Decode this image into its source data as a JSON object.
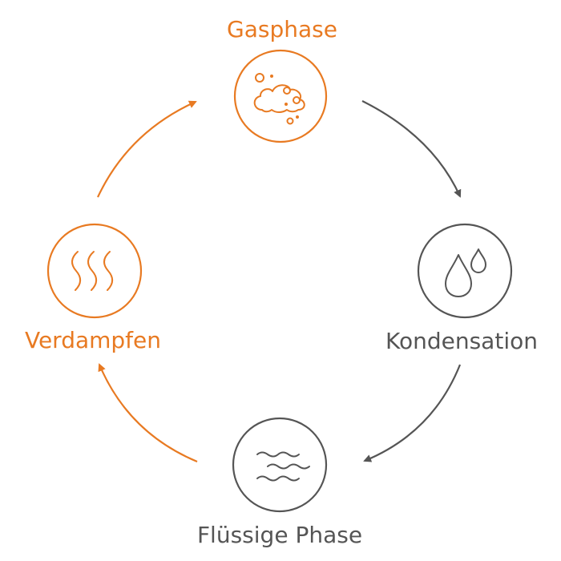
{
  "colors": {
    "accent": "#E87A22",
    "neutral": "#555555"
  },
  "nodes": [
    {
      "id": "gas",
      "label": "Gasphase",
      "icon": "cloud-bubbles-icon",
      "tone": "accent"
    },
    {
      "id": "kond",
      "label": "Kondensation",
      "icon": "droplets-icon",
      "tone": "neutral"
    },
    {
      "id": "fluid",
      "label": "Flüssige Phase",
      "icon": "waves-icon",
      "tone": "neutral"
    },
    {
      "id": "verd",
      "label": "Verdampfen",
      "icon": "steam-icon",
      "tone": "accent"
    }
  ],
  "edges": [
    {
      "from": "Gasphase",
      "to": "Kondensation",
      "tone": "neutral"
    },
    {
      "from": "Kondensation",
      "to": "Flüssige Phase",
      "tone": "neutral"
    },
    {
      "from": "Flüssige Phase",
      "to": "Verdampfen",
      "tone": "accent"
    },
    {
      "from": "Verdampfen",
      "to": "Gasphase",
      "tone": "accent"
    }
  ]
}
